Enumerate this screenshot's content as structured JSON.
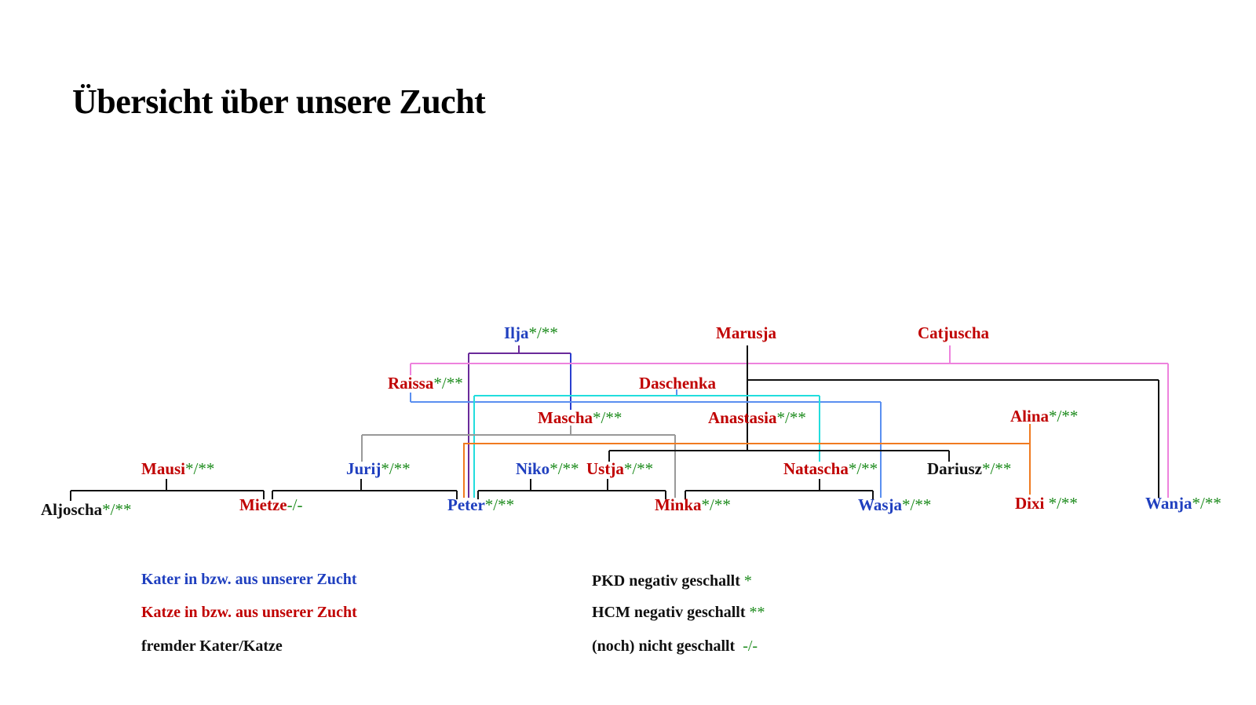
{
  "title": "Übersicht über unsere Zucht",
  "colors": {
    "male": "#1f3fbf",
    "female": "#c00000",
    "foreign": "#111111",
    "marker": "#1a8a1a"
  },
  "nodes": {
    "ilja": {
      "name": "Ilja",
      "mark": "*/**"
    },
    "marusja": {
      "name": "Marusja",
      "mark": ""
    },
    "catjuscha": {
      "name": "Catjuscha",
      "mark": ""
    },
    "raissa": {
      "name": "Raissa",
      "mark": "*/**"
    },
    "daschenka": {
      "name": "Daschenka",
      "mark": ""
    },
    "mascha": {
      "name": "Mascha",
      "mark": "*/**"
    },
    "anastasia": {
      "name": "Anastasia",
      "mark": "*/**"
    },
    "alina": {
      "name": "Alina",
      "mark": "*/**"
    },
    "mausi": {
      "name": "Mausi",
      "mark": "*/**"
    },
    "jurij": {
      "name": "Jurij",
      "mark": "*/**"
    },
    "niko": {
      "name": "Niko",
      "mark": "*/**"
    },
    "ustja": {
      "name": "Ustja",
      "mark": "*/**"
    },
    "natascha": {
      "name": "Natascha",
      "mark": "*/**"
    },
    "dariusz": {
      "name": "Dariusz",
      "mark": "*/**"
    },
    "aljoscha": {
      "name": "Aljoscha",
      "mark": "*/**"
    },
    "mietze": {
      "name": "Mietze",
      "mark": "-/-"
    },
    "peter": {
      "name": "Peter",
      "mark": "*/**"
    },
    "minka": {
      "name": "Minka",
      "mark": "*/**"
    },
    "wasja": {
      "name": "Wasja",
      "mark": "*/**"
    },
    "dixi": {
      "name": "Dixi",
      "mark": " */**"
    },
    "wanja": {
      "name": "Wanja",
      "mark": "*/**"
    }
  },
  "legend": {
    "male": "Kater in bzw. aus unserer Zucht",
    "female": "Katze in bzw. aus unserer Zucht",
    "foreign": "fremder Kater/Katze",
    "pkd_label": "PKD negativ geschallt",
    "pkd_mark": "*",
    "hcm_label": "HCM negativ geschallt",
    "hcm_mark": "**",
    "none_label": "(noch) nicht geschallt",
    "none_mark": "-/-"
  }
}
